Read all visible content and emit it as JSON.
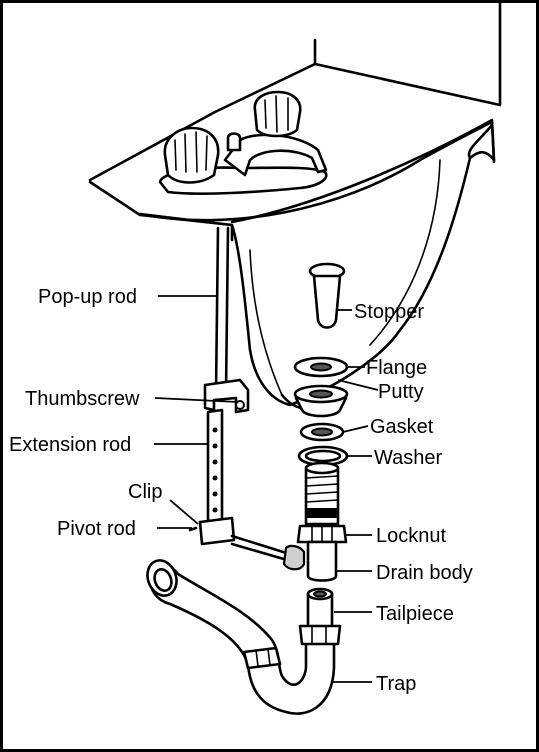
{
  "labels": {
    "popup_rod": "Pop-up rod",
    "stopper": "Stopper",
    "flange": "Flange",
    "putty": "Putty",
    "thumbscrew": "Thumbscrew",
    "gasket": "Gasket",
    "extension_rod": "Extension rod",
    "washer": "Washer",
    "clip": "Clip",
    "pivot_rod": "Pivot rod",
    "locknut": "Locknut",
    "drain_body": "Drain body",
    "tailpiece": "Tailpiece",
    "trap": "Trap"
  },
  "colors": {
    "ink": "#000000",
    "background": "#ffffff",
    "shade": "#cfcfcf"
  }
}
